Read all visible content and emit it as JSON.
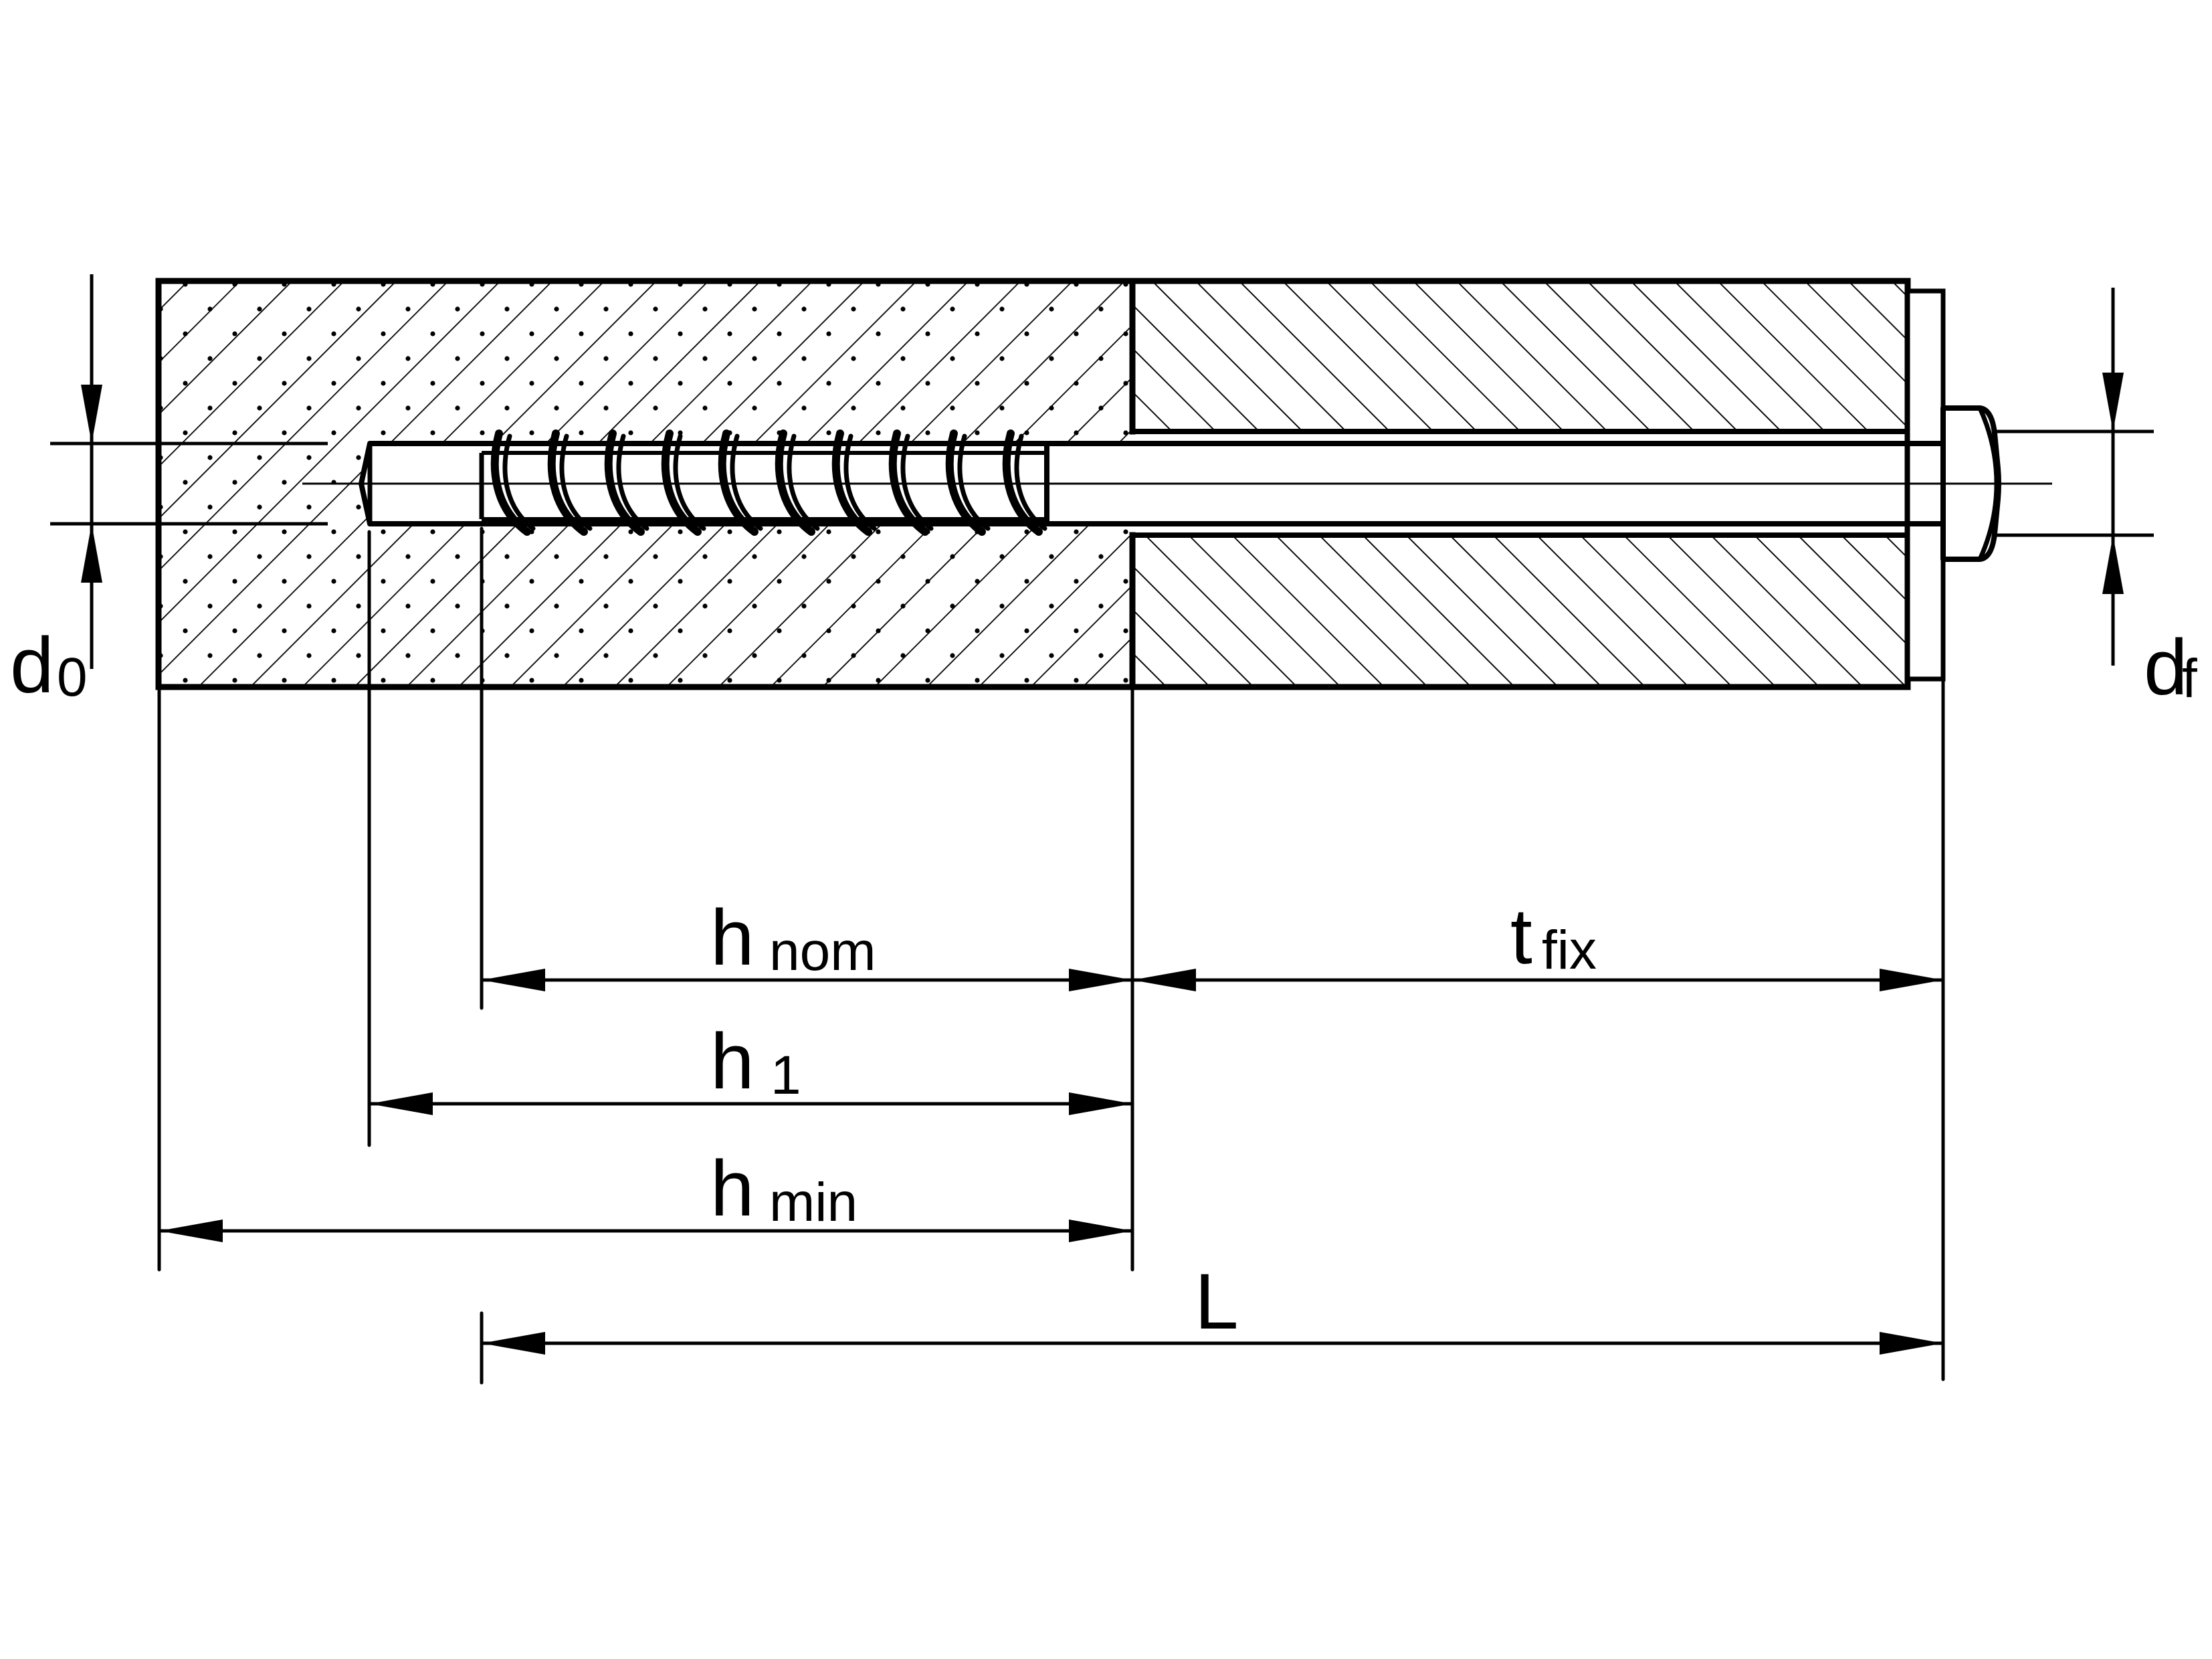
{
  "drawing_title": "concrete-screw-anchor-installation-cross-section",
  "colors": {
    "ink": "#000000",
    "paper": "#ffffff"
  },
  "labels": {
    "d0": {
      "main": "d",
      "sub": "0"
    },
    "h_nom": {
      "main": "h",
      "sub": "nom"
    },
    "h_1": {
      "main": "h",
      "sub": "1"
    },
    "h_min": {
      "main": "h",
      "sub": "min"
    },
    "t_fix": {
      "main": "t",
      "sub": "fix"
    },
    "L": {
      "main": "L",
      "sub": ""
    },
    "d_f": {
      "main": "d",
      "sub": "f"
    }
  }
}
